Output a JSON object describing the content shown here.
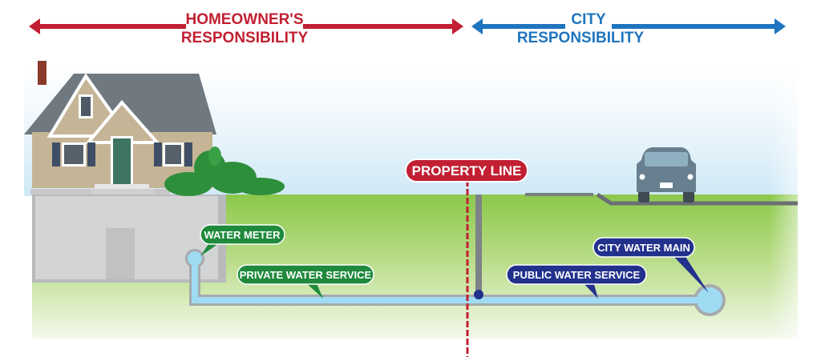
{
  "header": {
    "homeowner_lines": [
      "HOMEOWNER'S",
      "RESPONSIBILITY"
    ],
    "city_lines": [
      "CITY",
      "RESPONSIBILITY"
    ]
  },
  "labels": {
    "property_line": "PROPERTY LINE",
    "water_meter": "WATER METER",
    "private_water_service": "PRIVATE WATER SERVICE",
    "public_water_service": "PUBLIC WATER SERVICE",
    "city_water_main": "CITY WATER MAIN"
  },
  "colors": {
    "homeowner": "#c21f32",
    "city": "#1f74bf",
    "private": "#1f8a3c",
    "public": "#22318c",
    "water": "#9fdcf3"
  }
}
